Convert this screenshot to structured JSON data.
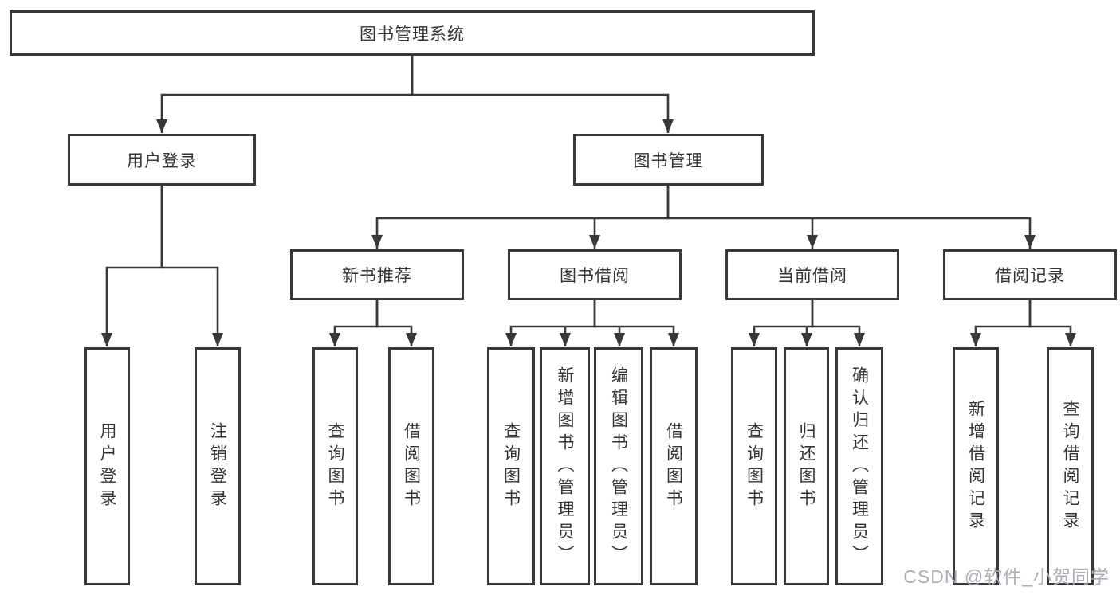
{
  "nodes": {
    "root": {
      "label": "图书管理系统"
    },
    "level2": [
      {
        "label": "用户登录"
      },
      {
        "label": "图书管理"
      }
    ],
    "level3": [
      {
        "label": "新书推荐",
        "parent": "图书管理"
      },
      {
        "label": "图书借阅",
        "parent": "图书管理"
      },
      {
        "label": "当前借阅",
        "parent": "图书管理"
      },
      {
        "label": "借阅记录",
        "parent": "图书管理"
      }
    ],
    "leaves": [
      {
        "label": "用户登录",
        "parent": "用户登录"
      },
      {
        "label": "注销登录",
        "parent": "用户登录"
      },
      {
        "label": "查询图书",
        "parent": "新书推荐"
      },
      {
        "label": "借阅图书",
        "parent": "新书推荐"
      },
      {
        "label": "查询图书",
        "parent": "图书借阅"
      },
      {
        "label": "新增图书（管理员）",
        "parent": "图书借阅"
      },
      {
        "label": "编辑图书（管理员）",
        "parent": "图书借阅"
      },
      {
        "label": "借阅图书",
        "parent": "图书借阅"
      },
      {
        "label": "查询图书",
        "parent": "当前借阅"
      },
      {
        "label": "归还图书",
        "parent": "当前借阅"
      },
      {
        "label": "确认归还（管理员）",
        "parent": "当前借阅"
      },
      {
        "label": "新增借阅记录",
        "parent": "借阅记录"
      },
      {
        "label": "查询借阅记录",
        "parent": "借阅记录"
      }
    ]
  },
  "watermark": {
    "text": "CSDN @软件_小贺同学",
    "color": "#a9aeb6"
  },
  "colors": {
    "line": "#383838",
    "text": "#333333",
    "box_fill": "#ffffff",
    "background": "#ffffff"
  }
}
